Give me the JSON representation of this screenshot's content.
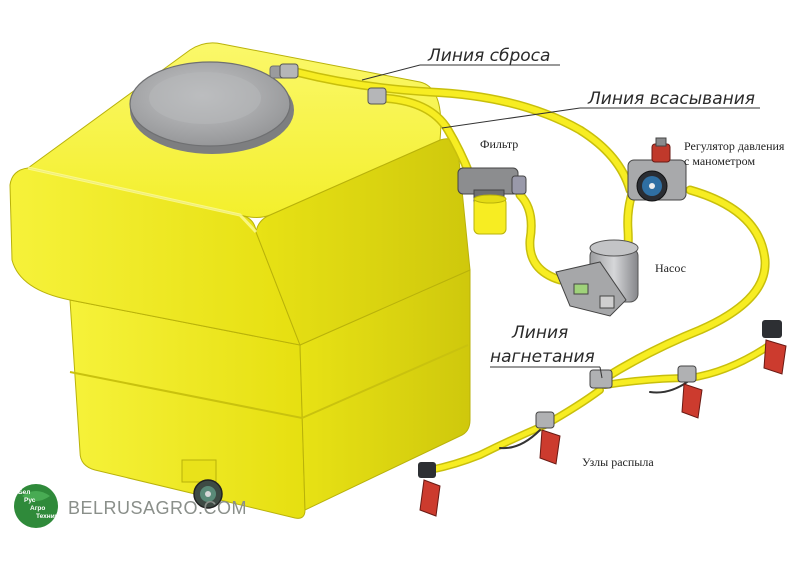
{
  "labels": {
    "drain_line": "Линия сброса",
    "suction_line": "Линия всасывания",
    "pressure_line_1": "Линия",
    "pressure_line_2": "нагнетания",
    "filter": "Фильтр",
    "regulator_1": "Регулятор давления",
    "regulator_2": "с манометром",
    "pump": "Насос",
    "nozzles": "Узлы распыла"
  },
  "watermark": {
    "site": "BELRUSAGRO.COM",
    "logo_lines": [
      "Бел",
      "Рус",
      "Агро",
      "Техника"
    ]
  },
  "colors": {
    "tank_yellow": "#f2ee22",
    "hose_yellow": "#f5ea1e",
    "lid_grey": "#a9aaac",
    "logo_green": "#2f8a3a",
    "nozzle_red": "#cc3b2e"
  }
}
